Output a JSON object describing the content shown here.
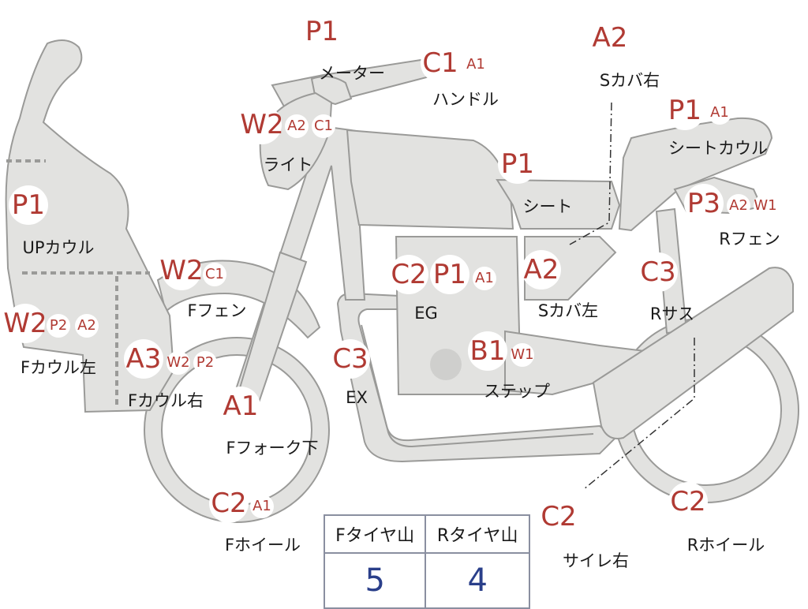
{
  "parts": [
    {
      "id": "meter",
      "name": "メーター",
      "codes": [
        "P1"
      ]
    },
    {
      "id": "handle",
      "name": "ハンドル",
      "codes": [
        "C1",
        "A1"
      ]
    },
    {
      "id": "s-cover-right",
      "name": "Sカバ右",
      "codes": [
        "A2"
      ]
    },
    {
      "id": "seat-cowl",
      "name": "シートカウル",
      "codes": [
        "P1",
        "A1"
      ]
    },
    {
      "id": "light",
      "name": "ライト",
      "codes": [
        "W2",
        "A2",
        "C1"
      ]
    },
    {
      "id": "seat",
      "name": "シート",
      "codes": [
        "P1"
      ]
    },
    {
      "id": "r-fender",
      "name": "Rフェン",
      "codes": [
        "P3",
        "A2",
        "W1"
      ]
    },
    {
      "id": "up-cowl",
      "name": "UPカウル",
      "codes": [
        "P1"
      ]
    },
    {
      "id": "f-fender",
      "name": "Fフェン",
      "codes": [
        "W2",
        "C1"
      ]
    },
    {
      "id": "engine",
      "name": "EG",
      "codes": [
        "C2",
        "P1",
        "A1"
      ]
    },
    {
      "id": "s-cover-left",
      "name": "Sカバ左",
      "codes": [
        "A2"
      ]
    },
    {
      "id": "r-suspension",
      "name": "Rサス",
      "codes": [
        "C3"
      ]
    },
    {
      "id": "f-cowl-left",
      "name": "Fカウル左",
      "codes": [
        "W2",
        "P2",
        "A2"
      ]
    },
    {
      "id": "f-cowl-right",
      "name": "Fカウル右",
      "codes": [
        "A3",
        "W2",
        "P2"
      ]
    },
    {
      "id": "exhaust",
      "name": "EX",
      "codes": [
        "C3"
      ]
    },
    {
      "id": "step",
      "name": "ステップ",
      "codes": [
        "B1",
        "W1"
      ]
    },
    {
      "id": "f-fork-lower",
      "name": "Fフォーク下",
      "codes": [
        "A1"
      ]
    },
    {
      "id": "f-wheel",
      "name": "Fホイール",
      "codes": [
        "C2",
        "A1"
      ]
    },
    {
      "id": "muffler-right",
      "name": "サイレ右",
      "codes": [
        "C2"
      ]
    },
    {
      "id": "r-wheel",
      "name": "Rホイール",
      "codes": [
        "C2"
      ]
    }
  ],
  "tire_table": {
    "headers": [
      "Fタイヤ山",
      "Rタイヤ山"
    ],
    "values": [
      5,
      4
    ],
    "value_color": "#2a3f8a"
  },
  "colors": {
    "code_text": "#b03a33",
    "part_fill": "#e2e2e0",
    "part_outline": "#9a9a98"
  }
}
